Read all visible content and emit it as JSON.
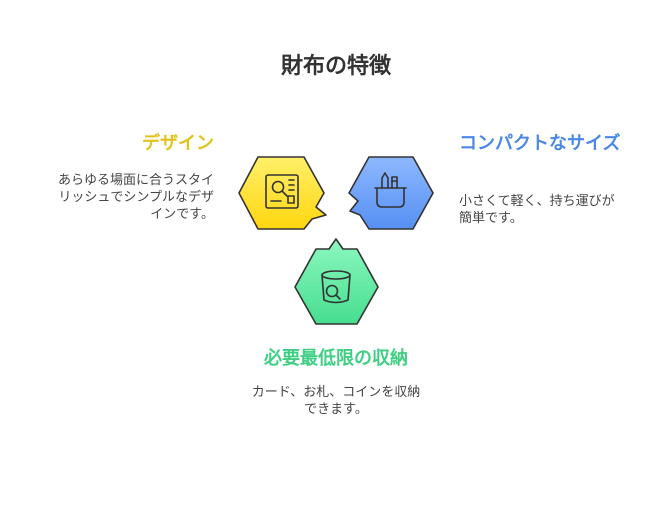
{
  "title": "財布の特徴",
  "features": {
    "design": {
      "heading": "デザイン",
      "description": "あらゆる場面に合うスタイリッシュでシンプルなデザインです。",
      "color": "#FFE033",
      "accent": "#E2C31A",
      "icon": "design-board-icon"
    },
    "compact": {
      "heading": "コンパクトなサイズ",
      "description": "小さくて軽く、持ち運びが簡単です。",
      "color": "#6EA4FF",
      "accent": "#4B87E6",
      "icon": "pocket-pens-icon"
    },
    "essentials": {
      "heading": "必要最低限の収納",
      "description": "カード、お札、コインを収納できます。",
      "color": "#5EF0A3",
      "accent": "#3FCF83",
      "icon": "bucket-search-icon"
    }
  }
}
